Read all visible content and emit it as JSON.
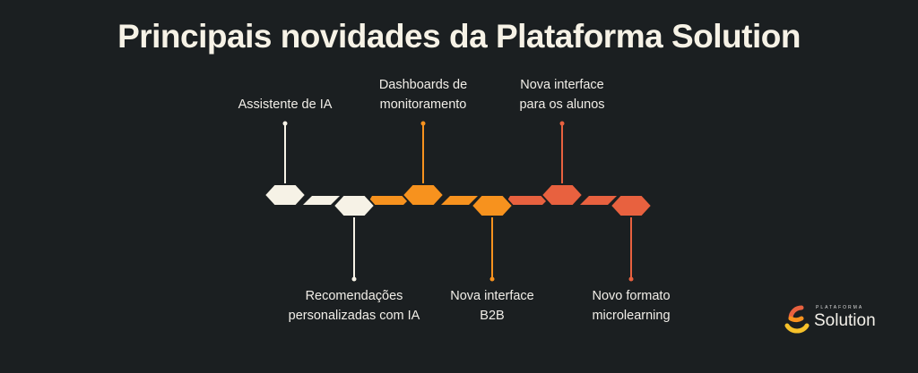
{
  "title": "Principais novidades da Plataforma Solution",
  "milestones": [
    {
      "lines": [
        "Assistente de IA"
      ],
      "position": "top",
      "color": "#f6f2e6"
    },
    {
      "lines": [
        "Recomendações",
        "personalizadas com IA"
      ],
      "position": "bottom",
      "color": "#f6f2e6"
    },
    {
      "lines": [
        "Dashboards de",
        "monitoramento"
      ],
      "position": "top",
      "color": "#f7921e"
    },
    {
      "lines": [
        "Nova interface",
        "B2B"
      ],
      "position": "bottom",
      "color": "#f7921e"
    },
    {
      "lines": [
        "Nova interface",
        "para os alunos"
      ],
      "position": "top",
      "color": "#e8613f"
    },
    {
      "lines": [
        "Novo formato",
        "microlearning"
      ],
      "position": "bottom",
      "color": "#e8613f"
    }
  ],
  "logo": {
    "super": "PLATAFORMA",
    "name": "Solution"
  }
}
